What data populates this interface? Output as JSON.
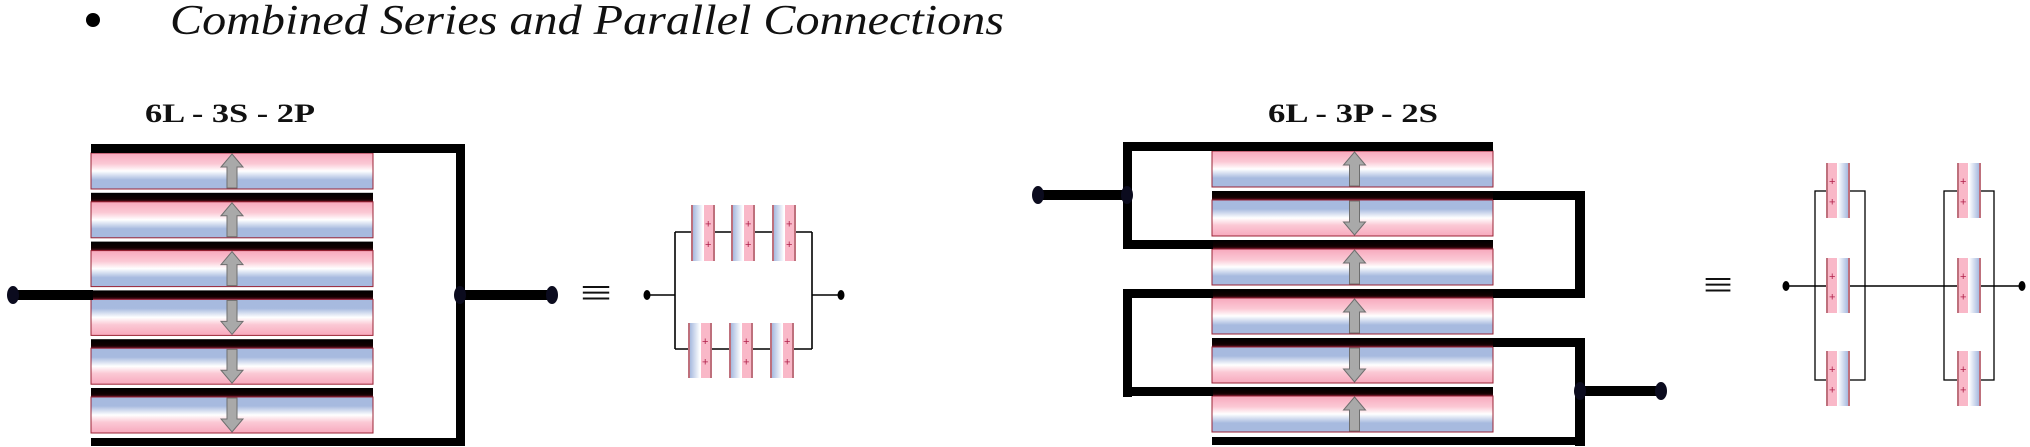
{
  "heading": {
    "bullet": "•",
    "title": "Combined Series and Parallel Connections"
  },
  "diagrams": [
    {
      "label": "6L - 3S - 2P",
      "layer_arrows": [
        "up",
        "up",
        "up",
        "down",
        "down",
        "down"
      ],
      "equivalence_symbol": "≡"
    },
    {
      "label": "6L - 3P - 2S",
      "layer_arrows": [
        "up",
        "down",
        "up",
        "up",
        "down",
        "up"
      ],
      "equivalence_symbol": "≡"
    }
  ],
  "capacitor_plus_sign": "+",
  "colors": {
    "pink": "#f7a9bd",
    "blue": "#a7badf",
    "wire": "#000000",
    "arrow": "#a9a9a9",
    "outline": "#9b2335",
    "terminal": "#0b0b1e"
  }
}
